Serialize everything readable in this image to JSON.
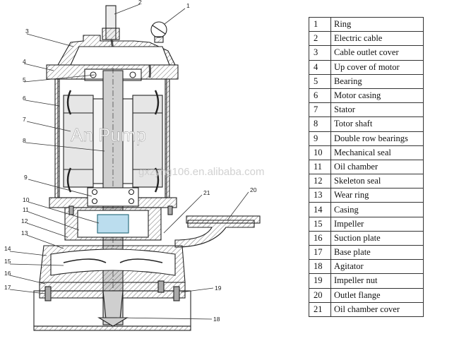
{
  "diagram": {
    "callouts": [
      "1",
      "2",
      "3",
      "4",
      "5",
      "6",
      "7",
      "8",
      "9",
      "10",
      "11",
      "12",
      "13",
      "14",
      "15",
      "16",
      "17",
      "18",
      "19",
      "20",
      "21"
    ],
    "watermark_main": "An Pump",
    "watermark_url": "gxzyhg106.en.alibaba.com",
    "colors": {
      "line": "#222222",
      "hatch": "#444444",
      "shaft": "#cfcfcf",
      "stator": "#e6e6e6",
      "leader": "#333333"
    }
  },
  "parts_table": {
    "rows": [
      {
        "num": "1",
        "name": "Ring"
      },
      {
        "num": "2",
        "name": "Electric cable"
      },
      {
        "num": "3",
        "name": "Cable outlet cover"
      },
      {
        "num": "4",
        "name": "Up cover of motor"
      },
      {
        "num": "5",
        "name": "Bearing"
      },
      {
        "num": "6",
        "name": "Motor casing"
      },
      {
        "num": "7",
        "name": "Stator"
      },
      {
        "num": "8",
        "name": "Totor shaft"
      },
      {
        "num": "9",
        "name": "Double row bearings"
      },
      {
        "num": "10",
        "name": "Mechanical seal"
      },
      {
        "num": "11",
        "name": "Oil chamber"
      },
      {
        "num": "12",
        "name": "Skeleton seal"
      },
      {
        "num": "13",
        "name": "Wear ring"
      },
      {
        "num": "14",
        "name": "Casing"
      },
      {
        "num": "15",
        "name": "Impeller"
      },
      {
        "num": "16",
        "name": "Suction plate"
      },
      {
        "num": "17",
        "name": "Base plate"
      },
      {
        "num": "18",
        "name": "Agitator"
      },
      {
        "num": "19",
        "name": "Impeller nut"
      },
      {
        "num": "20",
        "name": "Outlet flange"
      },
      {
        "num": "21",
        "name": "Oil chamber cover"
      }
    ]
  }
}
